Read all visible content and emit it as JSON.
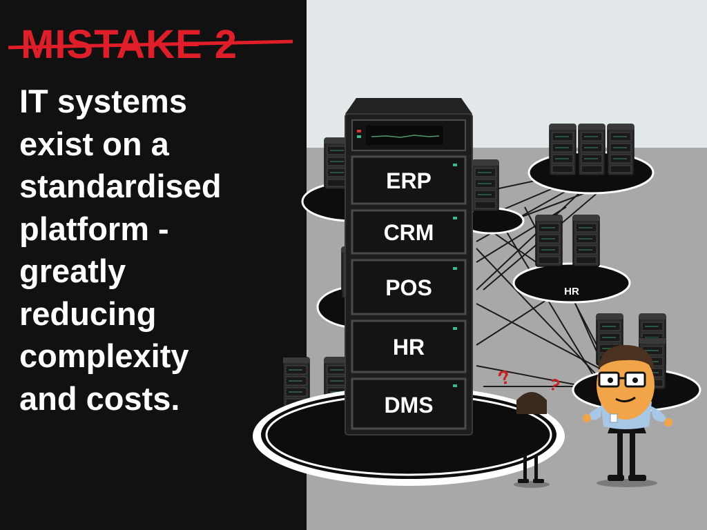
{
  "slide": {
    "heading": "MISTAKE 2",
    "body_lines": [
      "IT systems",
      "exist on a",
      "standardised",
      "platform -",
      "greatly",
      "reducing",
      "complexity",
      "and costs."
    ]
  },
  "illustration": {
    "rack_modules": [
      "ERP",
      "CRM",
      "POS",
      "HR",
      "DMS"
    ],
    "island_label": "HR",
    "question_mark": "?"
  },
  "colors": {
    "left_panel": "#111111",
    "heading_red": "#e01e2a",
    "sky": "#e3e8ea",
    "floor": "#a8a8a8"
  }
}
